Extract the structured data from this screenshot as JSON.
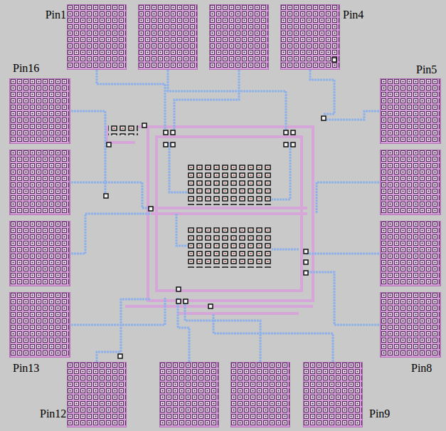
{
  "diagram": {
    "labels": [
      "Pin1",
      "Pin4",
      "Pin16",
      "Pin5",
      "Pin13",
      "Pin8",
      "Pin12",
      "Pin9"
    ]
  }
}
